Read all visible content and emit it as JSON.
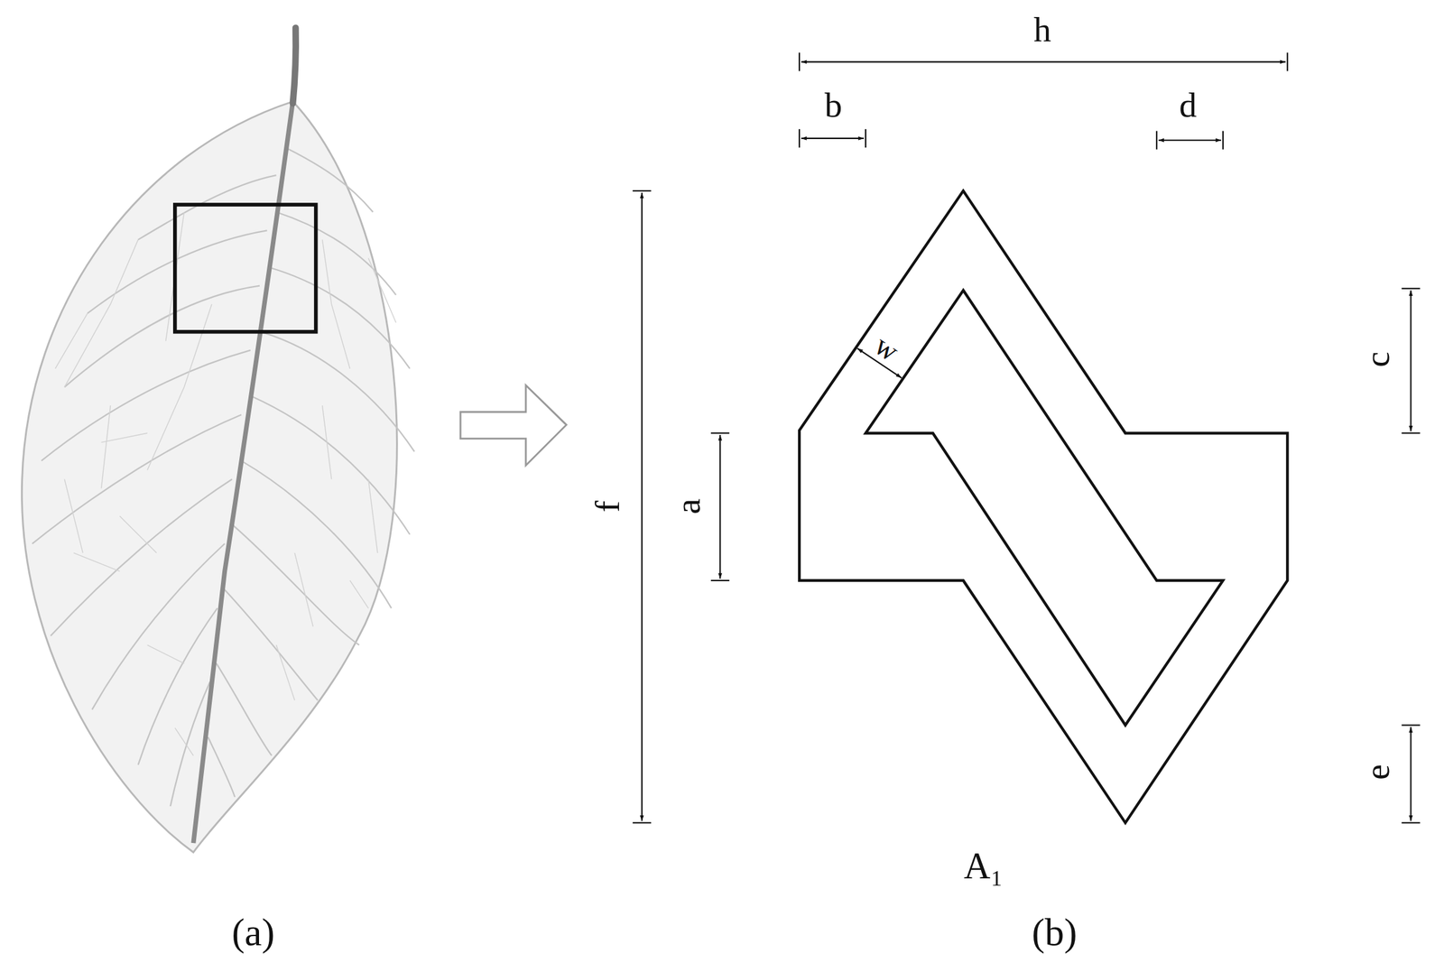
{
  "diagram": {
    "labels": [
      "h",
      "b",
      "d",
      "f",
      "a",
      "c",
      "e",
      "w",
      "A₁",
      "(a)",
      "(b)"
    ]
  }
}
